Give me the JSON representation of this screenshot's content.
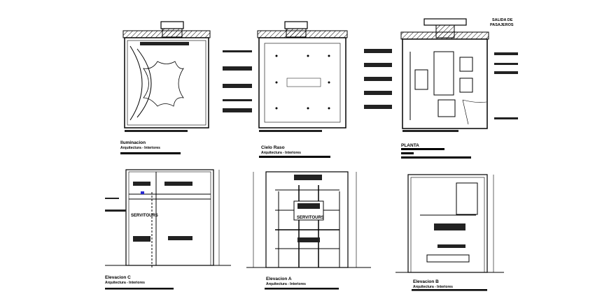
{
  "sheet": {
    "plan_views": [
      {
        "title": "Iluminacion",
        "subtitle": "Arquitectura - Interiores"
      },
      {
        "title": "Cielo Raso",
        "subtitle": "Arquitectura - Interiores"
      },
      {
        "title": "PLANTA",
        "subtitle": ""
      }
    ],
    "elevations": [
      {
        "title": "Elevacion C",
        "subtitle": "Arquitectura - Interiores",
        "sign": "SERVITOURS"
      },
      {
        "title": "Elevacion A",
        "subtitle": "Arquitectura - Interiores",
        "sign": "SERVITOURS"
      },
      {
        "title": "Elevacion B",
        "subtitle": "Arquitectura - Interiores"
      }
    ],
    "exit_label_line1": "SALIDA DE",
    "exit_label_line2": "PASAJEROS",
    "colors": {
      "line": "#000000",
      "marker": "#2a2ad0"
    }
  }
}
